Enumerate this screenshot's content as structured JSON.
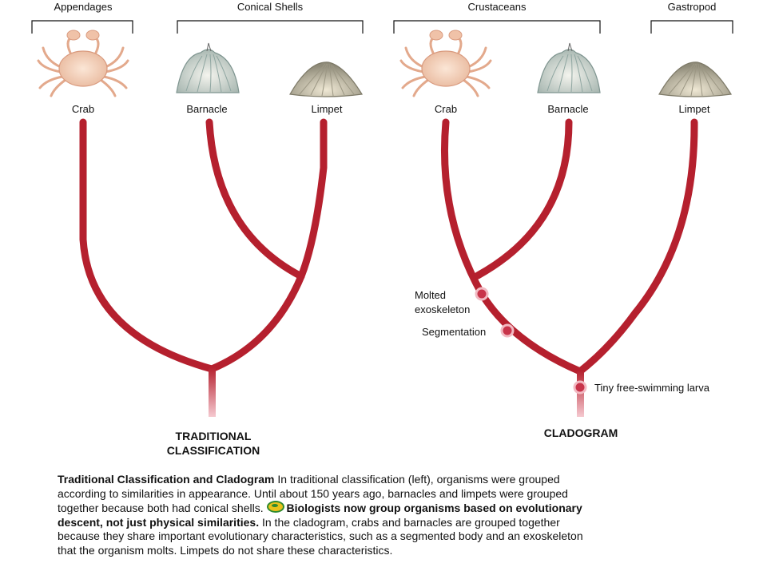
{
  "groups": {
    "appendages": "Appendages",
    "conical_shells": "Conical Shells",
    "crustaceans": "Crustaceans",
    "gastropod": "Gastropod"
  },
  "organisms": {
    "left_crab": "Crab",
    "left_barnacle": "Barnacle",
    "left_limpet": "Limpet",
    "right_crab": "Crab",
    "right_barnacle": "Barnacle",
    "right_limpet": "Limpet"
  },
  "traits": {
    "molted_line1": "Molted",
    "molted_line2": "exoskeleton",
    "segmentation": "Segmentation",
    "larva": "Tiny free-swimming larva"
  },
  "titles": {
    "traditional_line1": "TRADITIONAL",
    "traditional_line2": "CLASSIFICATION",
    "cladogram": "CLADOGRAM"
  },
  "caption": {
    "title": "Traditional Classification and Cladogram",
    "text1": " In traditional classification (left), organisms were grouped according to similarities in appearance. Until about 150 years ago, barnacles and limpets were grouped together because both had conical shells. ",
    "bold": "Biologists now group organisms based on evolutionary descent, not just physical similarities.",
    "text2": " In the cladogram, crabs and barnacles are grouped together because they share important evolutionary characteristics, such as a segmented body and an exoskeleton that the organism molts. Limpets do not share these characteristics."
  },
  "colors": {
    "branch": "#b5202e",
    "node": "#c8344a"
  }
}
